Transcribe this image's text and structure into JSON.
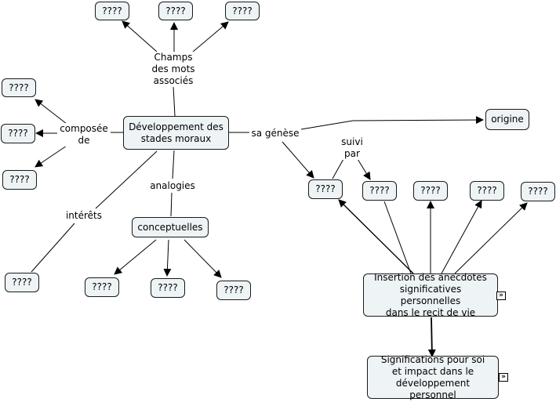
{
  "nodes": {
    "center": "Développement des\nstades moraux",
    "top_1": "????",
    "top_2": "????",
    "top_3": "????",
    "left_1": "????",
    "left_2": "????",
    "left_3": "????",
    "interets_target": "????",
    "conceptuelles": "conceptuelles",
    "concept_1": "????",
    "concept_2": "????",
    "concept_3": "????",
    "origine": "origine",
    "genese_1": "????",
    "genese_2": "????",
    "right_1": "????",
    "right_2": "????",
    "right_3": "????",
    "insertion": "Insertion des anecdotes\nsignificatives personnelles\ndans le recit de vie",
    "significations": "Significations pour soi\net impact dans le\ndéveloppement personnel"
  },
  "links": {
    "champs": "Champs\ndes mots\nassociés",
    "composee": "composée\nde",
    "interets": "intérêts",
    "analogies": "analogies",
    "genese": "sa génèse",
    "suivi": "suivi\npar"
  },
  "expand_icon": "double-chevron-right-icon",
  "expand_glyph": "»",
  "colors": {
    "node_fill": "#eef3f6",
    "line": "#000000"
  }
}
